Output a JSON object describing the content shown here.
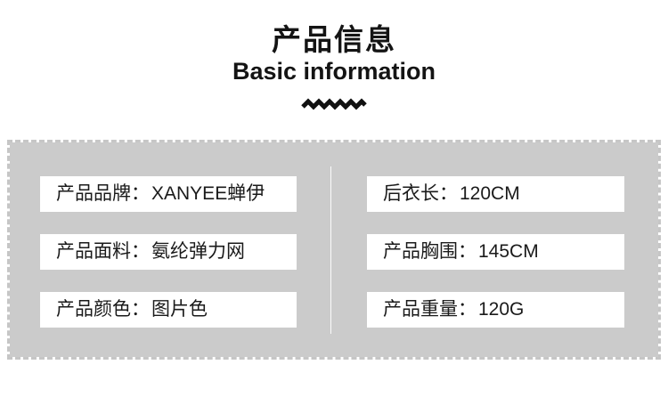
{
  "header": {
    "title_cn": "产品信息",
    "title_en": "Basic information",
    "divider_style": "zigzag"
  },
  "panel": {
    "separator": "：",
    "left_items": [
      {
        "label": "产品品牌",
        "value": "XANYEE蝉伊"
      },
      {
        "label": "产品面料",
        "value": "氨纶弹力网"
      },
      {
        "label": "产品颜色",
        "value": "图片色"
      }
    ],
    "right_items": [
      {
        "label": "后衣长",
        "value": "120CM"
      },
      {
        "label": "产品胸围",
        "value": "145CM"
      },
      {
        "label": "产品重量",
        "value": "120G"
      }
    ]
  },
  "colors": {
    "panel_bg": "#cbcbcb",
    "panel_border": "#c6c6c6",
    "box_bg": "#ffffff",
    "text": "#1a1a1a",
    "title": "#141414",
    "zigzag": "#111111"
  }
}
